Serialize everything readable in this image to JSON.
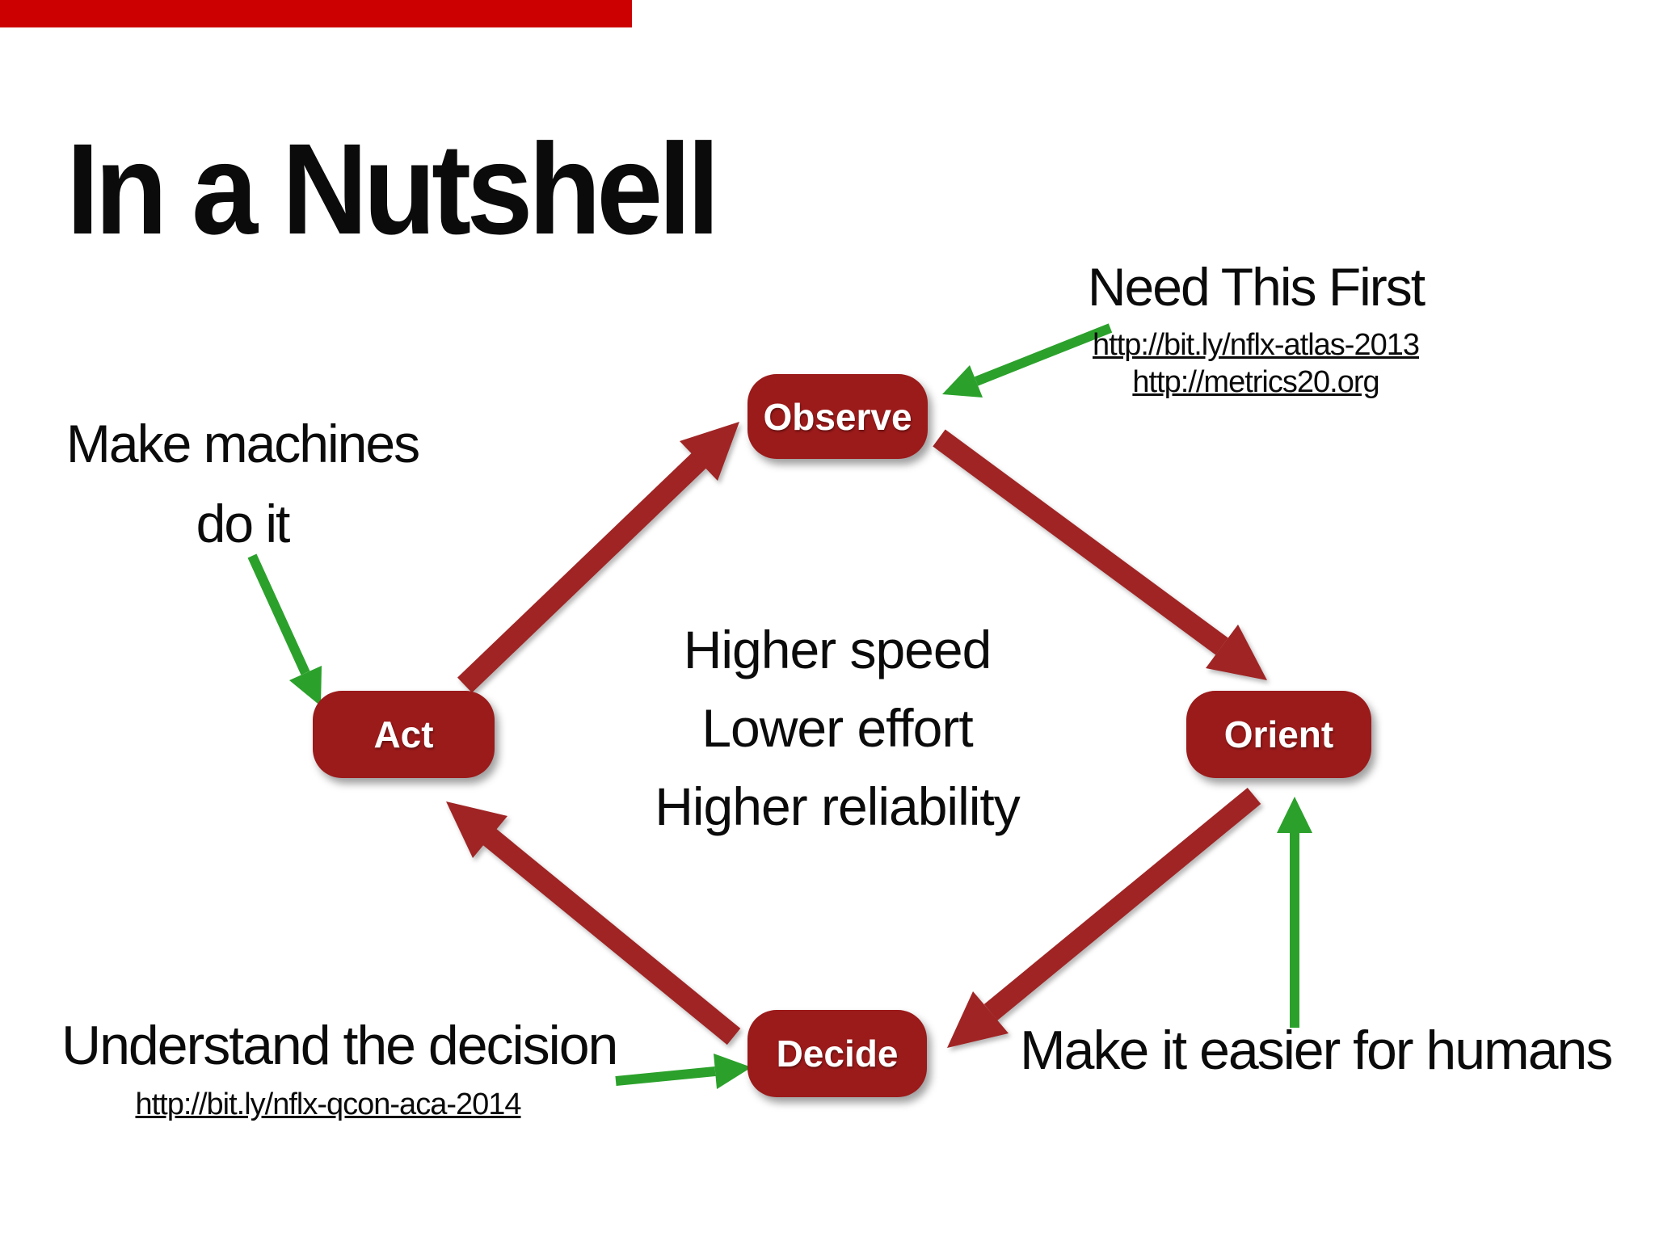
{
  "slide": {
    "title": "In a Nutshell"
  },
  "cycle": {
    "nodes": [
      {
        "id": "observe",
        "label": "Observe"
      },
      {
        "id": "orient",
        "label": "Orient"
      },
      {
        "id": "decide",
        "label": "Decide"
      },
      {
        "id": "act",
        "label": "Act"
      }
    ],
    "center_text": {
      "line1": "Higher speed",
      "line2": "Lower effort",
      "line3": "Higher reliability"
    }
  },
  "annotations": {
    "observe": {
      "heading": "Need This First",
      "links": [
        "http://bit.ly/nflx-atlas-2013",
        "http://metrics20.org"
      ]
    },
    "act": {
      "line1": "Make machines",
      "line2": "do it"
    },
    "decide": {
      "heading": "Understand the decision",
      "link": "http://bit.ly/nflx-qcon-aca-2014"
    },
    "orient": {
      "heading": "Make it easier for humans"
    }
  },
  "colors": {
    "progress_bar": "#cc0000",
    "node_fill": "#9b1a1a",
    "node_text": "#ffffff",
    "cycle_arrow": "#a02424",
    "annotation_arrow": "#2ba12b",
    "text": "#0b0b0b"
  }
}
